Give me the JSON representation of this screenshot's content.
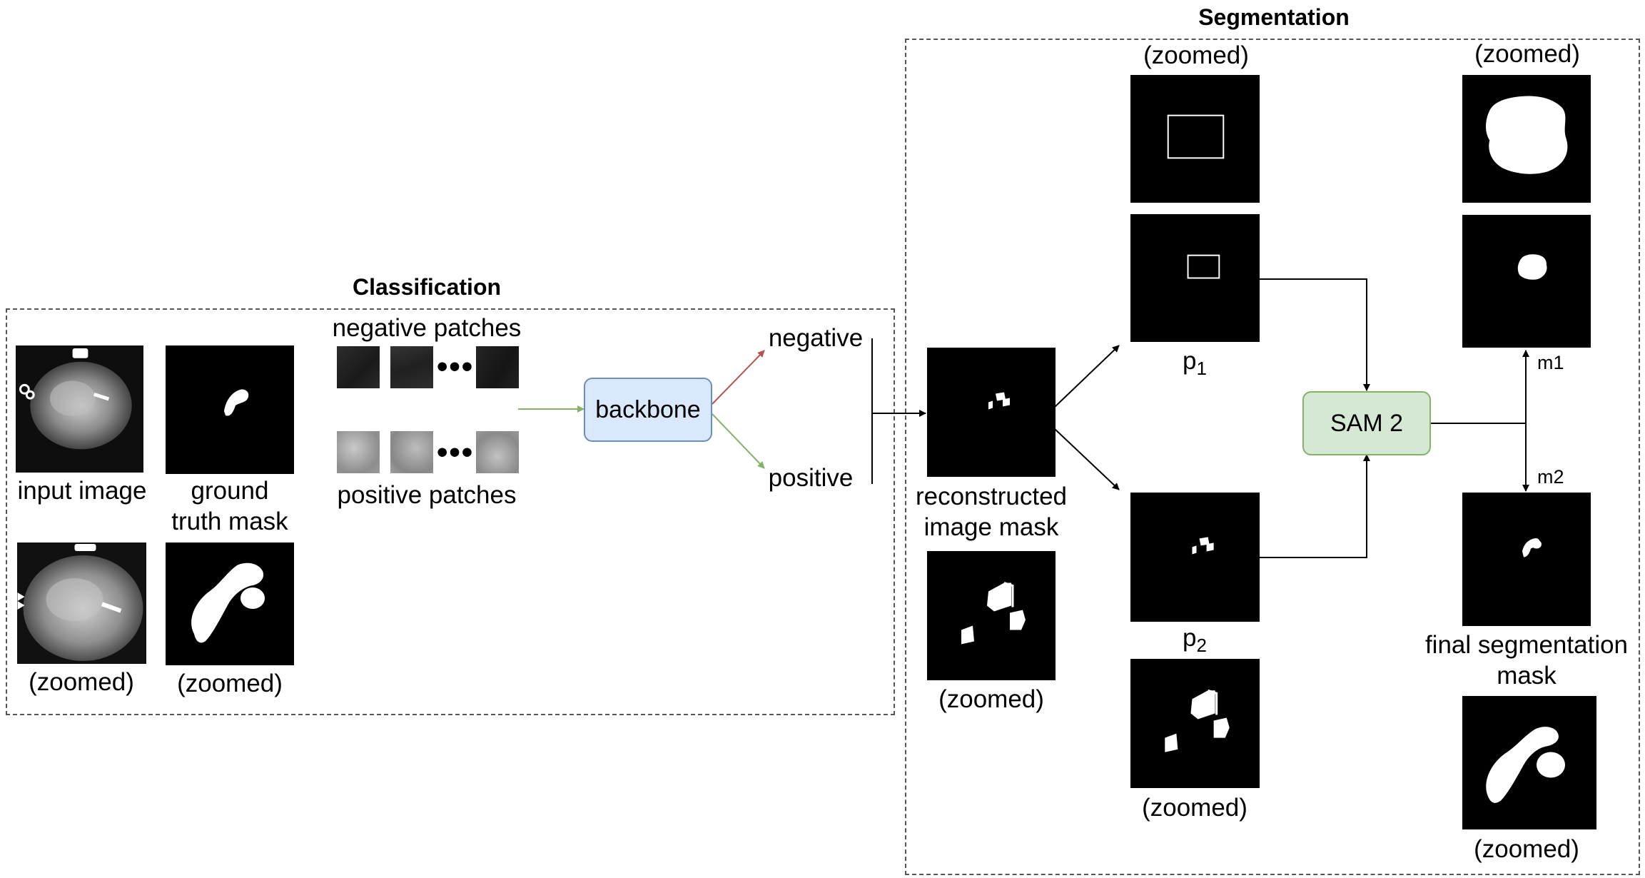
{
  "classification": {
    "title": "Classification",
    "input_image_label": "input image",
    "gt_mask_label_line1": "ground",
    "gt_mask_label_line2": "truth mask",
    "zoomed_label_input": "(zoomed)",
    "zoomed_label_gt": "(zoomed)",
    "negative_patches_label": "negative patches",
    "positive_patches_label": "positive patches",
    "backbone_label": "backbone",
    "negative_label": "negative",
    "positive_label": "positive"
  },
  "segmentation": {
    "title": "Segmentation",
    "reconstructed_label_line1": "reconstructed",
    "reconstructed_label_line2": "image mask",
    "zoomed_label_reconstructed": "(zoomed)",
    "zoomed_label_p1": "(zoomed)",
    "p1_label": "p",
    "p1_sub": "1",
    "p2_label": "p",
    "p2_sub": "2",
    "zoomed_label_p2": "(zoomed)",
    "sam_label": "SAM 2",
    "m1_label": "m1",
    "m2_label": "m2",
    "zoomed_label_m1": "(zoomed)",
    "final_label_line1": "final segmentation",
    "final_label_line2": "mask",
    "zoomed_label_final": "(zoomed)"
  },
  "colors": {
    "backbone_fill": "#dae8fc",
    "backbone_border": "#6c8ebf",
    "sam_fill": "#d5e8d4",
    "sam_border": "#82b366",
    "arrow_green": "#82b366",
    "arrow_red": "#b85450",
    "arrow_black": "#000000"
  }
}
